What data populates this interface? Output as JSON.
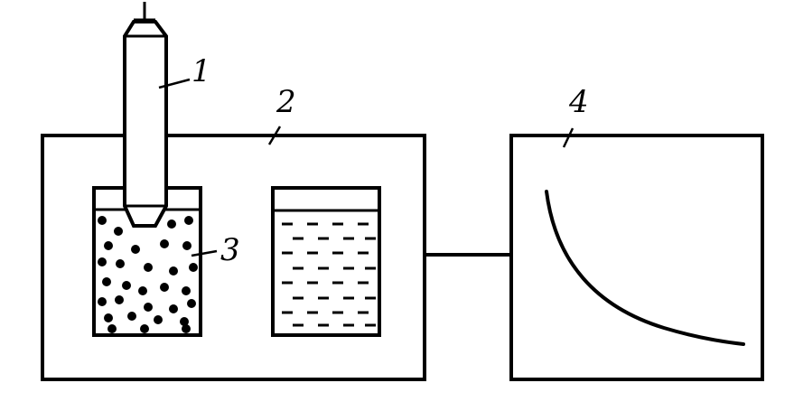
{
  "labels": {
    "probe": "1",
    "cell": "2",
    "beaker": "3",
    "recorder": "4"
  },
  "colors": {
    "ink": "#000000",
    "paper": "#ffffff"
  }
}
